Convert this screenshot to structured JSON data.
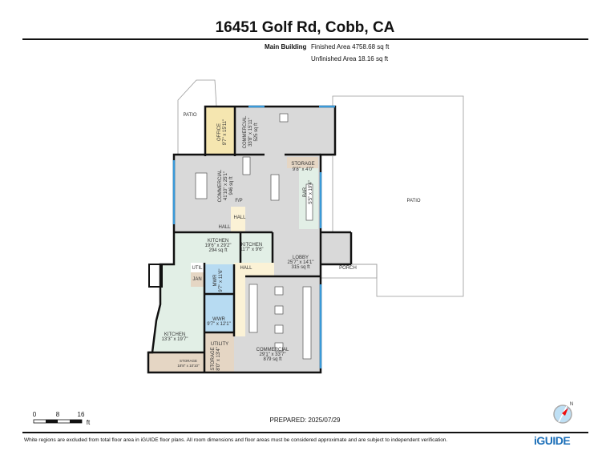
{
  "header": {
    "title": "16451 Golf Rd, Cobb, CA",
    "building": "Main Building",
    "finished_area": "Finished Area 4758.68 sq ft",
    "unfinished_area": "Unfinished Area 18.16 sq ft"
  },
  "rooms": {
    "patio_left": {
      "name": "PATIO"
    },
    "patio_right": {
      "name": "PATIO"
    },
    "office": {
      "name": "OFFICE",
      "dims": "9'7\" x 15'11\""
    },
    "commercial_top": {
      "name": "COMMERCIAL",
      "dims": "33'8\" x 15'11\"",
      "area": "525 sq ft"
    },
    "commercial_main": {
      "name": "COMMERCIAL",
      "dims": "41'10\" x 25'1\"",
      "area": "946 sq ft"
    },
    "storage_top": {
      "name": "STORAGE",
      "dims": "9'8\" x 4'0\""
    },
    "bar": {
      "name": "BAR",
      "dims": "5'5\" x 19'4\""
    },
    "fp": {
      "name": "F/P"
    },
    "hall_top": {
      "name": "HALL"
    },
    "hall_small": {
      "name": "HALL"
    },
    "kitchen_a": {
      "name": "KITCHEN",
      "dims": "19'6\" x 29'2\"",
      "area": "294 sq ft"
    },
    "kitchen_b": {
      "name": "KITCHEN",
      "dims": "11'7\" x 9'6\""
    },
    "lobby": {
      "name": "LOBBY",
      "dims": "25'7\" x 14'1\"",
      "area": "315 sq ft"
    },
    "porch": {
      "name": "PORCH"
    },
    "hall_mid": {
      "name": "HALL"
    },
    "util": {
      "name": "UTIL"
    },
    "jan": {
      "name": "JAN"
    },
    "mwr": {
      "name": "MWR",
      "dims": "9'7\" x 11'6\""
    },
    "wwr": {
      "name": "WWR",
      "dims": "9'7\" x 12'1\""
    },
    "kitchen_c": {
      "name": "KITCHEN",
      "dims": "13'3\" x 19'7\""
    },
    "utility": {
      "name": "UTILITY"
    },
    "storage_b": {
      "name": "STORAGE",
      "dims": "8'0\" x 13'4\""
    },
    "storage_c": {
      "name": "STORAGE",
      "dims": "18'8\" x 10'10\""
    },
    "commercial_bottom": {
      "name": "COMMERCIAL",
      "dims": "29'1\" x 33'7\"",
      "area": "879 sq ft"
    }
  },
  "colors": {
    "room_grey": "#d9d9d9",
    "office_yellow": "#f5e6b0",
    "kitchen_green": "#e2efe6",
    "restroom_blue": "#b7dbf2",
    "storage_beige": "#e5d6c4",
    "hall_cream": "#fbf2d6",
    "window_blue": "#3a9ad9",
    "brand_blue": "#1c6fb8"
  },
  "scale": {
    "ticks": [
      "0",
      "8",
      "16"
    ],
    "unit": "ft"
  },
  "compass": {
    "icon": "north-compass-icon",
    "label": "N"
  },
  "prepared": "PREPARED: 2025/07/29",
  "footer": {
    "disclaimer": "White regions are excluded from total floor area in iGUIDE floor plans. All room dimensions and floor areas must be considered approximate and are subject to independent verification.",
    "logo": "iGUIDE"
  }
}
